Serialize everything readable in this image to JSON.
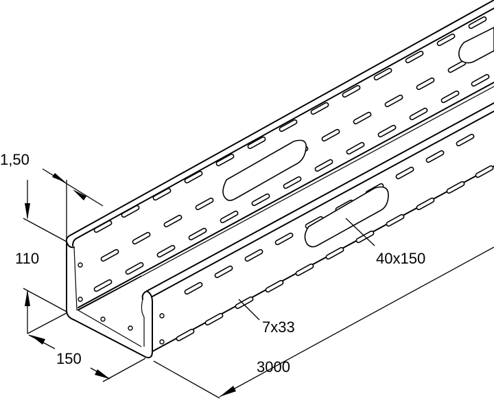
{
  "drawing": {
    "label_thickness": "1,50",
    "label_height": "110",
    "label_width": "150",
    "label_length": "3000",
    "label_slot_small": "7x33",
    "label_slot_large": "40x150",
    "line_color": "#000000",
    "background_color": "#ffffff"
  }
}
